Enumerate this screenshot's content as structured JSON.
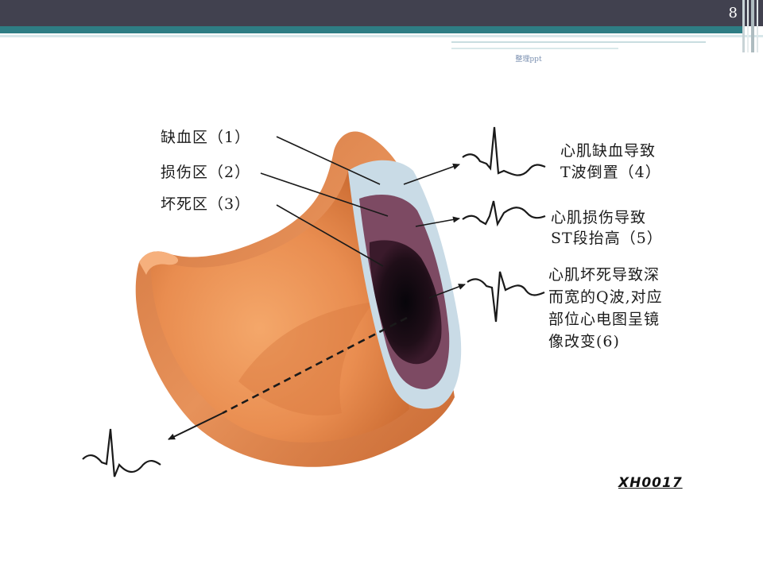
{
  "slide": {
    "page_number": "8",
    "watermark": "整理ppt"
  },
  "figure": {
    "zones": {
      "ischemia": "缺血区（1）",
      "injury": "损伤区（2）",
      "necrosis": "坏死区（3）"
    },
    "effects": {
      "ischemia_line1": "心肌缺血导致",
      "ischemia_line2": "T波倒置（4）",
      "injury_line1": "心肌损伤导致",
      "injury_line2": "ST段抬高（5）",
      "necrosis_line1": "心肌坏死导致深",
      "necrosis_line2": "而宽的Q波,对应",
      "necrosis_line3": "部位心电图呈镜",
      "necrosis_line4": "像改变(6)"
    },
    "code": "XH0017"
  },
  "colors": {
    "header_dark": "#41414f",
    "header_teal": "#2e7d84",
    "muscle": "#e48c53",
    "ischemia_zone": "#c9dbe6",
    "injury_zone": "#7d4a63",
    "necrosis_zone": "#140a10"
  }
}
